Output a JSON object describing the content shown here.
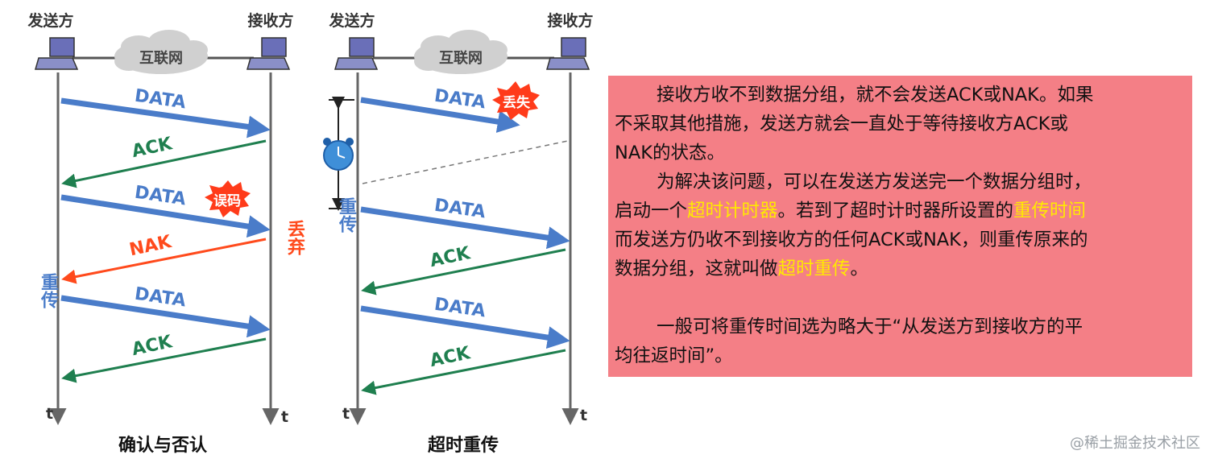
{
  "left": {
    "sender_label": "发送方",
    "receiver_label": "接收方",
    "cloud_label": "互联网",
    "msgs": [
      "DATA",
      "ACK",
      "DATA",
      "NAK",
      "DATA",
      "ACK"
    ],
    "error_badge": "误码",
    "discard_label": "丢弃",
    "retransmit_label": "重传",
    "time_label": "t",
    "caption": "确认与否认"
  },
  "right": {
    "sender_label": "发送方",
    "receiver_label": "接收方",
    "cloud_label": "互联网",
    "msgs": [
      "DATA",
      "DATA",
      "ACK",
      "DATA",
      "ACK"
    ],
    "lost_badge": "丢失",
    "retransmit_label": "重传",
    "time_label": "t",
    "caption": "超时重传"
  },
  "explanation": {
    "lines": [
      "接收方收不到数据分组，就不会发送ACK或NAK。如果",
      "不采取其他措施，发送方就会一直处于等待接收方ACK或",
      "NAK的状态。",
      "为解决该问题，可以在发送方发送完一个数据分组时，",
      "启动一个",
      "超时计时器",
      "。若到了超时计时器所设置的",
      "重传时间",
      "而发送方仍收不到接收方的任何ACK或NAK，则重传原来的",
      "数据分组，这就叫做",
      "超时重传",
      "。",
      "一般可将重传时间选为略大于“从发送方到接收方的平",
      "均往返时间”。"
    ]
  },
  "watermark": "@稀土掘金技术社区",
  "colors": {
    "data_arrow": "#4a7cc9",
    "ack_arrow": "#1f7f4f",
    "nak_arrow": "#ff4a1c",
    "panel_bg": "#f47f86",
    "highlight": "#ffea00",
    "badge": "#ff3b1a"
  }
}
